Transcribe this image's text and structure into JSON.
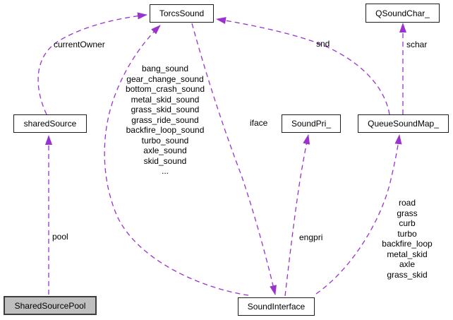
{
  "colors": {
    "edge": "#9a32cd",
    "border": "#1c1c1c",
    "border_strong": "#3d3d3d",
    "highlight": "#bfbfbf",
    "node_bg": "#ffffff",
    "text": "#000000"
  },
  "nodes": {
    "torcs_sound": {
      "label": "TorcsSound"
    },
    "qsoundchar": {
      "label": "QSoundChar_"
    },
    "shared_source": {
      "label": "sharedSource"
    },
    "sound_pri": {
      "label": "SoundPri_"
    },
    "queue_sound_map": {
      "label": "QueueSoundMap_"
    },
    "shared_source_pool": {
      "label": "SharedSourcePool"
    },
    "sound_interface": {
      "label": "SoundInterface"
    }
  },
  "edge_labels": {
    "current_owner": "currentOwner",
    "snd": "snd",
    "schar": "schar",
    "iface": "iface",
    "engpri": "engpri",
    "pool": "pool",
    "sound_members": "bang_sound\ngear_change_sound\nbottom_crash_sound\nmetal_skid_sound\ngrass_skid_sound\ngrass_ride_sound\nbackfire_loop_sound\nturbo_sound\naxle_sound\nskid_sound\n...",
    "map_members": "road\ngrass\ncurb\nturbo\nbackfire_loop\nmetal_skid\naxle\ngrass_skid"
  }
}
